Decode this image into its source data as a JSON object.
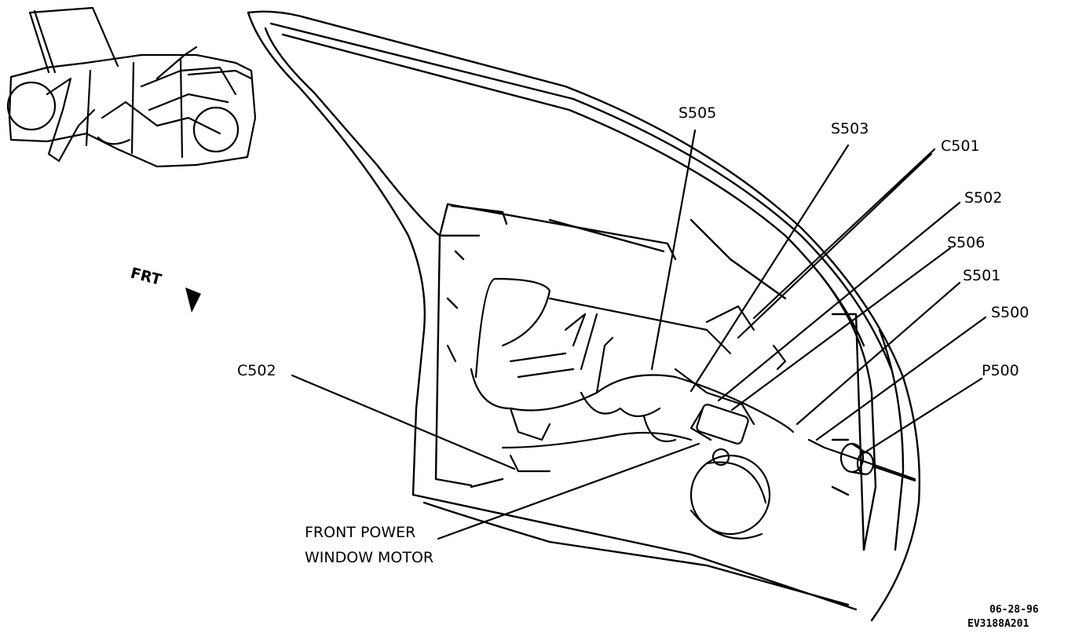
{
  "callouts": [
    {
      "id": "s505",
      "text": "S505"
    },
    {
      "id": "s503",
      "text": "S503"
    },
    {
      "id": "c501",
      "text": "C501"
    },
    {
      "id": "s502",
      "text": "S502"
    },
    {
      "id": "s506",
      "text": "S506"
    },
    {
      "id": "s501",
      "text": "S501"
    },
    {
      "id": "s500",
      "text": "S500"
    },
    {
      "id": "p500",
      "text": "P500"
    },
    {
      "id": "c502",
      "text": "C502"
    }
  ],
  "motor_label": {
    "line1": "FRONT POWER",
    "line2": "WINDOW MOTOR"
  },
  "direction_label": "FRT",
  "stamp": {
    "date": "06-28-96",
    "code": "EV3188A201"
  }
}
